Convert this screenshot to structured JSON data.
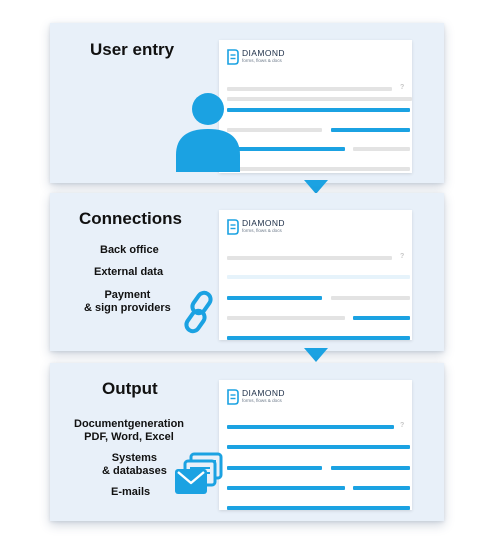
{
  "colors": {
    "accent": "#1ba2e2",
    "panel_bg": "#e8f0f9",
    "field_grey": "#e3e3e3"
  },
  "brand": {
    "name": "DIAMOND",
    "tagline": "forms, flows & docs",
    "help_glyph": "?"
  },
  "panels": [
    {
      "title": "User entry",
      "items": [],
      "icon": "user-icon"
    },
    {
      "title": "Connections",
      "items": [
        "Back office",
        "External data",
        "Payment\n& sign providers"
      ],
      "icon": "chain-link-icon"
    },
    {
      "title": "Output",
      "items": [
        "Documentgeneration\nPDF, Word, Excel",
        "Systems\n& databases",
        "E-mails"
      ],
      "icon": "mail-stack-icon"
    }
  ]
}
